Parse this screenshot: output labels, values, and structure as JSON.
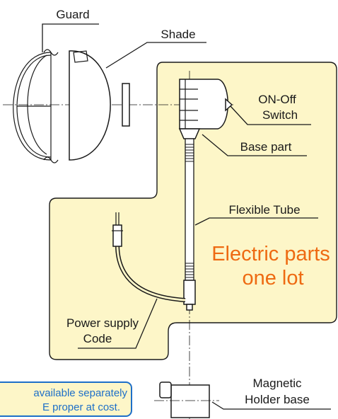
{
  "labels": {
    "guard": "Guard",
    "shade": "Shade",
    "switch_line1": "ON-Off",
    "switch_line2": "Switch",
    "base_part": "Base part",
    "flexible_tube": "Flexible Tube",
    "electric_line1": "Electric parts",
    "electric_line2": "one lot",
    "power_line1": "Power supply",
    "power_line2": "Code",
    "magnetic_line1": "Magnetic",
    "magnetic_line2": "Holder base"
  },
  "note": {
    "line1": "available separately",
    "line2": "E proper at cost."
  },
  "colors": {
    "highlight_fill": "#fdf6c8",
    "orange_text": "#ee6a12",
    "note_border": "#1e6fc8",
    "note_fill": "#fdf6c8"
  }
}
